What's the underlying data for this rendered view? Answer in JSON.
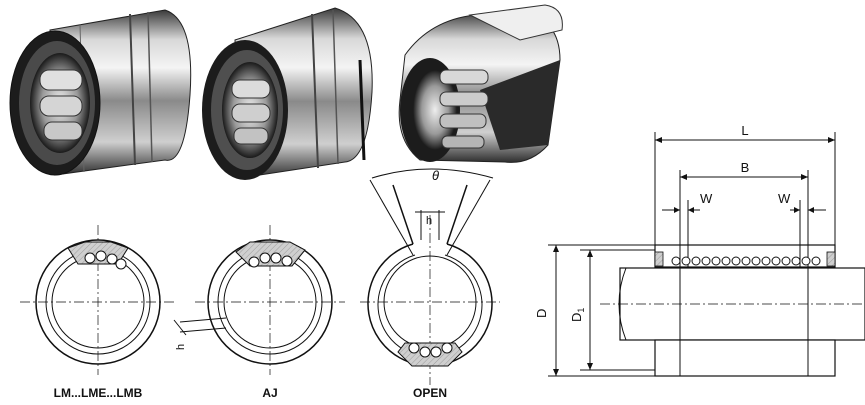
{
  "captions": {
    "standard": "LM...LME...LMB",
    "adjustable": "AJ",
    "open": "OPEN"
  },
  "dimensions": {
    "length": "L",
    "retainer_span": "B",
    "groove_width_left": "W",
    "groove_width_right": "W",
    "outer_diameter": "D",
    "groove_diameter": "D",
    "groove_diameter_sub": "1",
    "open_angle": "θ",
    "open_width": "h",
    "slit_width": "h"
  },
  "icons": [
    "bearing-standard-photo",
    "bearing-adjustable-photo",
    "bearing-open-photo"
  ]
}
